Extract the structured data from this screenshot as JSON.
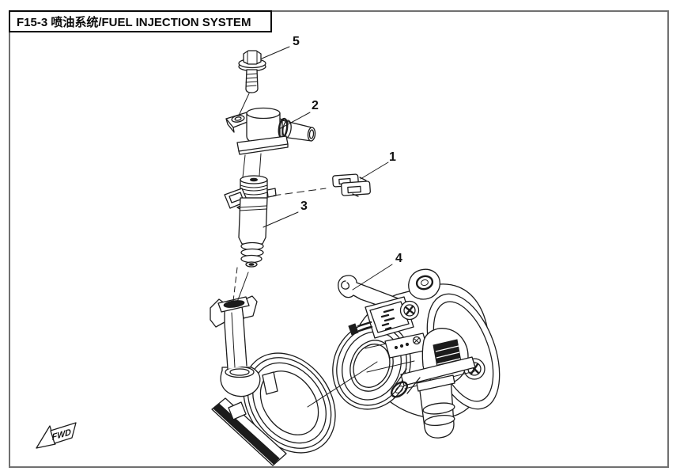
{
  "page": {
    "background": "#ffffff",
    "border_color": "#707070"
  },
  "header": {
    "title": "F15-3 喷油系统/FUEL INJECTION SYSTEM"
  },
  "diagram": {
    "line_color": "#1c1c1c",
    "callouts": [
      {
        "label": "1",
        "points_to": "injector-retaining-clip"
      },
      {
        "label": "2",
        "points_to": "fuel-inlet-joint"
      },
      {
        "label": "3",
        "points_to": "fuel-injector"
      },
      {
        "label": "4",
        "points_to": "throttle-body"
      },
      {
        "label": "5",
        "points_to": "flange-bolt"
      }
    ],
    "direction_label": "FWD"
  }
}
